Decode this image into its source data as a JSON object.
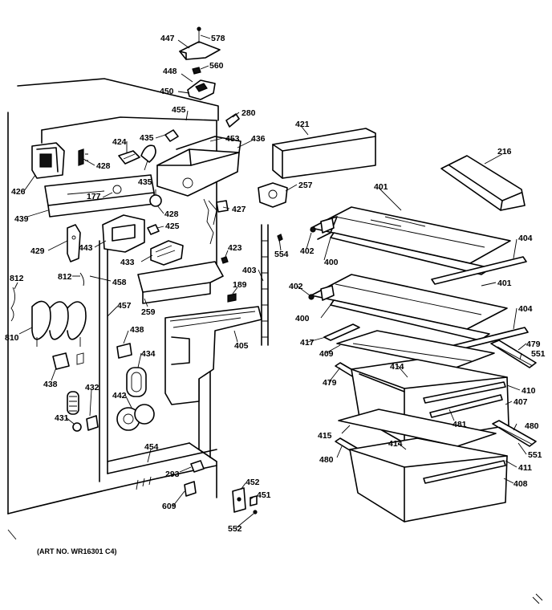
{
  "caption": "(ART NO. WR16301 C4)",
  "callouts": [
    {
      "id": "c578",
      "text": "578"
    },
    {
      "id": "c447",
      "text": "447"
    },
    {
      "id": "c560",
      "text": "560"
    },
    {
      "id": "c448",
      "text": "448"
    },
    {
      "id": "c450",
      "text": "450"
    },
    {
      "id": "c455",
      "text": "455"
    },
    {
      "id": "c280",
      "text": "280"
    },
    {
      "id": "c453",
      "text": "453"
    },
    {
      "id": "c436",
      "text": "436"
    },
    {
      "id": "c435a",
      "text": "435"
    },
    {
      "id": "c424",
      "text": "424"
    },
    {
      "id": "c428a",
      "text": "428"
    },
    {
      "id": "c426",
      "text": "426"
    },
    {
      "id": "c435b",
      "text": "435"
    },
    {
      "id": "c177",
      "text": "177"
    },
    {
      "id": "c439",
      "text": "439"
    },
    {
      "id": "c428b",
      "text": "428"
    },
    {
      "id": "c425",
      "text": "425"
    },
    {
      "id": "c427",
      "text": "427"
    },
    {
      "id": "c429",
      "text": "429"
    },
    {
      "id": "c443",
      "text": "443"
    },
    {
      "id": "c433",
      "text": "433"
    },
    {
      "id": "c423",
      "text": "423"
    },
    {
      "id": "c812a",
      "text": "812"
    },
    {
      "id": "c812b",
      "text": "812"
    },
    {
      "id": "c458",
      "text": "458"
    },
    {
      "id": "c259",
      "text": "259"
    },
    {
      "id": "c189",
      "text": "189"
    },
    {
      "id": "c403",
      "text": "403"
    },
    {
      "id": "c457",
      "text": "457"
    },
    {
      "id": "c810",
      "text": "810"
    },
    {
      "id": "c438a",
      "text": "438"
    },
    {
      "id": "c405",
      "text": "405"
    },
    {
      "id": "c434",
      "text": "434"
    },
    {
      "id": "c438b",
      "text": "438"
    },
    {
      "id": "c432",
      "text": "432"
    },
    {
      "id": "c442",
      "text": "442"
    },
    {
      "id": "c431",
      "text": "431"
    },
    {
      "id": "c454",
      "text": "454"
    },
    {
      "id": "c293",
      "text": "293"
    },
    {
      "id": "c452",
      "text": "452"
    },
    {
      "id": "c451",
      "text": "451"
    },
    {
      "id": "c609",
      "text": "609"
    },
    {
      "id": "c552",
      "text": "552"
    },
    {
      "id": "c421",
      "text": "421"
    },
    {
      "id": "c216",
      "text": "216"
    },
    {
      "id": "c257",
      "text": "257"
    },
    {
      "id": "c401a",
      "text": "401"
    },
    {
      "id": "c554",
      "text": "554"
    },
    {
      "id": "c402a",
      "text": "402"
    },
    {
      "id": "c400a",
      "text": "400"
    },
    {
      "id": "c404a",
      "text": "404"
    },
    {
      "id": "c401b",
      "text": "401"
    },
    {
      "id": "c402b",
      "text": "402"
    },
    {
      "id": "c400b",
      "text": "400"
    },
    {
      "id": "c404b",
      "text": "404"
    },
    {
      "id": "c417",
      "text": "417"
    },
    {
      "id": "c409",
      "text": "409"
    },
    {
      "id": "c479a",
      "text": "479"
    },
    {
      "id": "c414a",
      "text": "414"
    },
    {
      "id": "c551a",
      "text": "551"
    },
    {
      "id": "c479b",
      "text": "479"
    },
    {
      "id": "c410",
      "text": "410"
    },
    {
      "id": "c407",
      "text": "407"
    },
    {
      "id": "c481",
      "text": "481"
    },
    {
      "id": "c480a",
      "text": "480"
    },
    {
      "id": "c415",
      "text": "415"
    },
    {
      "id": "c414b",
      "text": "414"
    },
    {
      "id": "c551b",
      "text": "551"
    },
    {
      "id": "c480b",
      "text": "480"
    },
    {
      "id": "c411",
      "text": "411"
    },
    {
      "id": "c408",
      "text": "408"
    }
  ]
}
